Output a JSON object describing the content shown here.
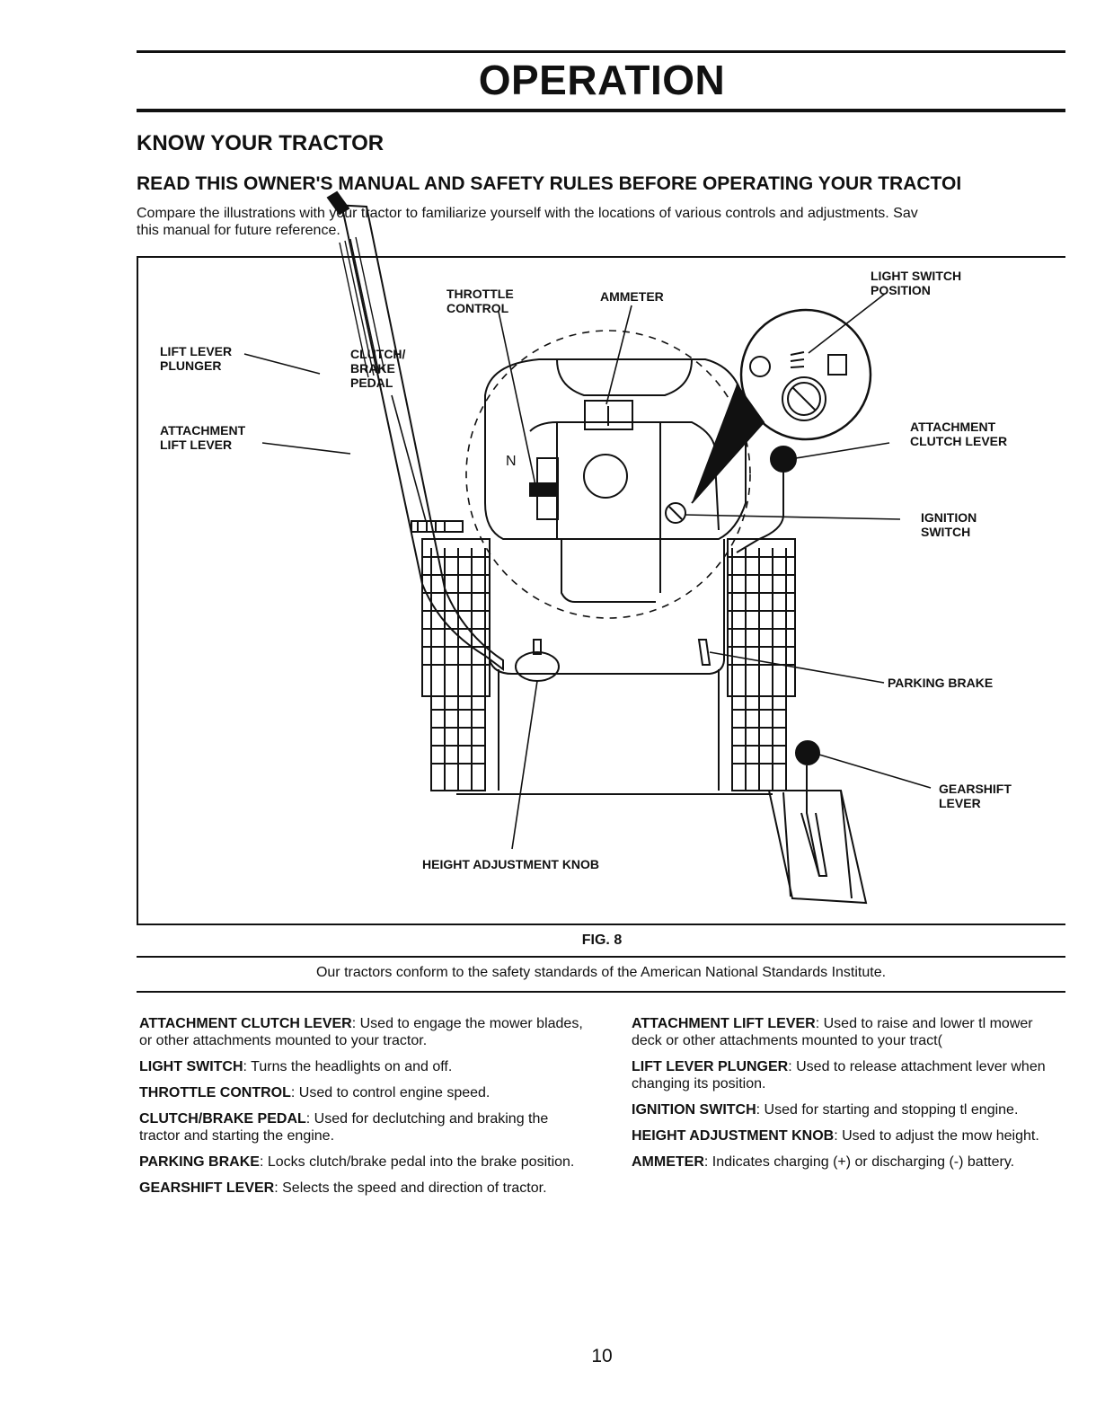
{
  "header": {
    "title": "OPERATION",
    "subheading": "KNOW YOUR TRACTOR",
    "warning": "READ THIS OWNER'S MANUAL AND SAFETY RULES BEFORE OPERATING YOUR TRACTOI",
    "intro_line1": "Compare the illustrations with your tractor to familiarize yourself with the locations of various controls and adjustments. Sav",
    "intro_line2": "this manual for future reference."
  },
  "figure": {
    "labels": {
      "throttle_control": "THROTTLE\nCONTROL",
      "ammeter": "AMMETER",
      "light_switch_position": "LIGHT SWITCH\nPOSITION",
      "lift_lever_plunger": "LIFT LEVER\nPLUNGER",
      "clutch_brake_pedal": "CLUTCH/\nBRAKE\nPEDAL",
      "attachment_lift_lever": "ATTACHMENT\nLIFT LEVER",
      "attachment_clutch_lever": "ATTACHMENT\nCLUTCH LEVER",
      "ignition_switch": "IGNITION\nSWITCH",
      "parking_brake": "PARKING BRAKE",
      "gearshift_lever": "GEARSHIFT\nLEVER",
      "height_adjustment_knob": "HEIGHT ADJUSTMENT KNOB"
    },
    "gauge_mark": "N",
    "caption": "FIG. 8"
  },
  "standards_note": "Our tractors conform to the safety standards of the American National Standards Institute.",
  "definitions_left": [
    {
      "term": "ATTACHMENT CLUTCH LEVER",
      "text": "Used to engage the mower blades, or other attachments mounted to your tractor."
    },
    {
      "term": "LIGHT SWITCH",
      "text": "Turns the headlights on and off."
    },
    {
      "term": "THROTTLE CONTROL",
      "text": "Used to control engine speed."
    },
    {
      "term": "CLUTCH/BRAKE PEDAL",
      "text": "Used for declutching and braking the tractor and starting the engine."
    },
    {
      "term": "PARKING BRAKE",
      "text": "Locks clutch/brake pedal into the brake position."
    },
    {
      "term": "GEARSHIFT LEVER",
      "text": "Selects the speed and direction of tractor."
    }
  ],
  "definitions_right": [
    {
      "term": "ATTACHMENT LIFT LEVER",
      "text": "Used to raise and lower tl mower deck or other attachments mounted to your tract("
    },
    {
      "term": "LIFT LEVER PLUNGER",
      "text": "Used to release attachment lever when changing its position."
    },
    {
      "term": "IGNITION SWITCH",
      "text": "Used for starting and stopping tl engine."
    },
    {
      "term": "HEIGHT ADJUSTMENT KNOB",
      "text": "Used to adjust the mow height."
    },
    {
      "term": "AMMETER",
      "text": "Indicates charging (+) or discharging (-) battery."
    }
  ],
  "page_number": "10"
}
